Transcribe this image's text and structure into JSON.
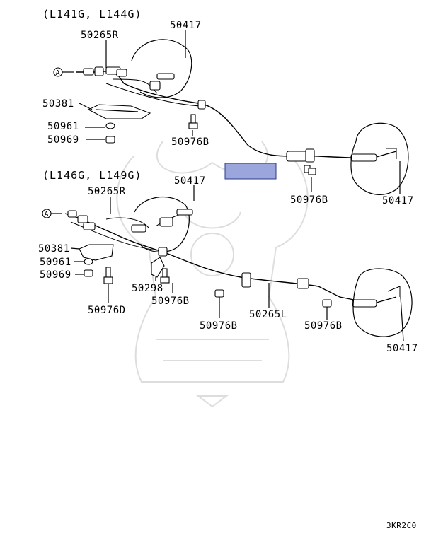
{
  "sections": [
    {
      "header": "(L141G, L144G)"
    },
    {
      "header": "(L146G, L149G)"
    }
  ],
  "callouts": {
    "a_marker": "A",
    "top_50265R": "50265R",
    "top_50417_a": "50417",
    "top_50381": "50381",
    "top_50961": "50961",
    "top_50969": "50969",
    "top_50976B_a": "50976B",
    "top_50976B_b": "50976B",
    "top_50417_b": "50417",
    "bot_50265R": "50265R",
    "bot_50417_a": "50417",
    "bot_50381": "50381",
    "bot_50961": "50961",
    "bot_50969": "50969",
    "bot_50976D": "50976D",
    "bot_50298": "50298",
    "bot_50976B_a": "50976B",
    "bot_50976B_b": "50976B",
    "bot_50265L": "50265L",
    "bot_50976B_c": "50976B",
    "bot_50417_b": "50417"
  },
  "highlight_color": "#9aa6dc",
  "diagram_code": "3KR2C0"
}
